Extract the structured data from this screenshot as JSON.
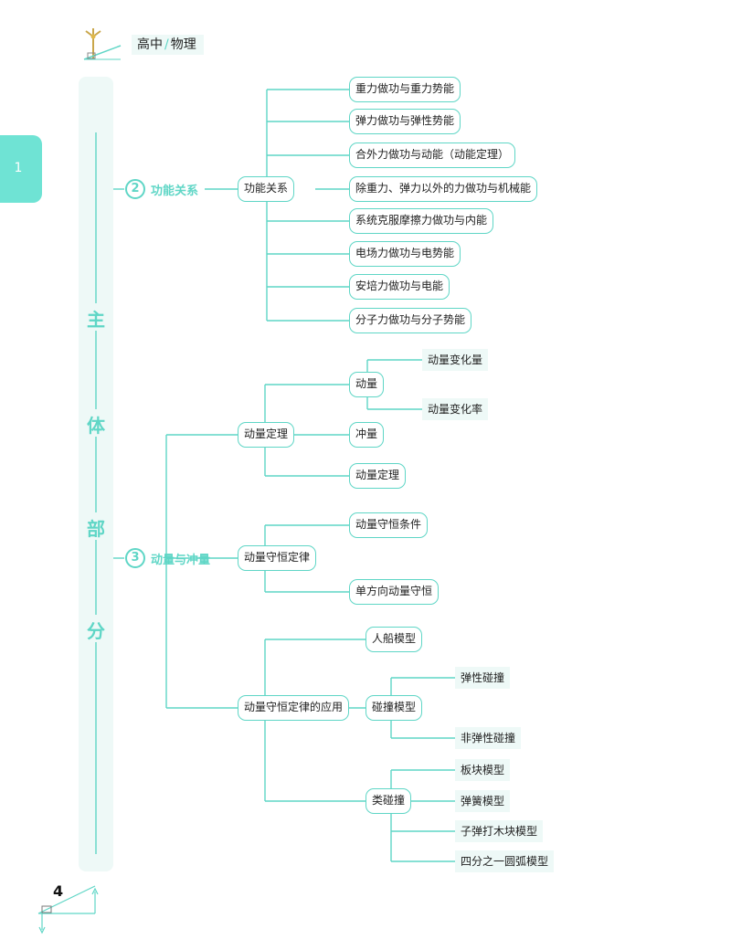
{
  "header": {
    "level": "高中",
    "subject": "物理",
    "logo_icon": "wind-turbine-icon"
  },
  "chapter_tab": {
    "number": "1"
  },
  "side_band": {
    "chars": [
      "主",
      "体",
      "部",
      "分"
    ]
  },
  "sections": {
    "s2": {
      "number": "2",
      "title": "功能关系",
      "root": "功能关系",
      "items": [
        "重力做功与重力势能",
        "弹力做功与弹性势能",
        "合外力做功与动能（动能定理）",
        "除重力、弹力以外的力做功与机械能",
        "系统克服摩擦力做功与内能",
        "电场力做功与电势能",
        "安培力做功与电能",
        "分子力做功与分子势能"
      ]
    },
    "s3": {
      "number": "3",
      "title": "动量与冲量",
      "momentum_theorem": {
        "label": "动量定理",
        "momentum": {
          "label": "动量",
          "children": [
            "动量变化量",
            "动量变化率"
          ]
        },
        "impulse": "冲量",
        "theorem": "动量定理"
      },
      "conservation": {
        "label": "动量守恒定律",
        "children": [
          "动量守恒条件",
          "单方向动量守恒"
        ]
      },
      "application": {
        "label": "动量守恒定律的应用",
        "boat_model": "人船模型",
        "collision_model": {
          "label": "碰撞模型",
          "children": [
            "弹性碰撞",
            "非弹性碰撞"
          ]
        },
        "quasi_collision": {
          "label": "类碰撞",
          "children": [
            "板块模型",
            "弹簧模型",
            "子弹打木块模型",
            "四分之一圆弧模型"
          ]
        }
      }
    }
  },
  "footer": {
    "page_number": "4"
  },
  "colors": {
    "accent": "#5fd6c6",
    "tab": "#6fe3d4",
    "band": "#eef9f7"
  }
}
